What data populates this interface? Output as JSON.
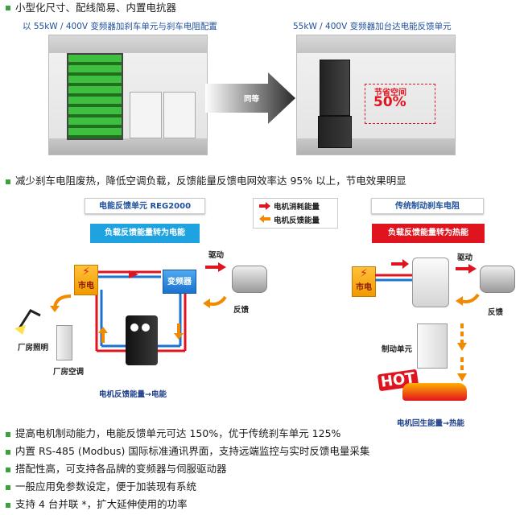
{
  "top": {
    "bullet1": "小型化尺寸、配线简易、内置电抗器",
    "caption_left": "以 55kW / 400V 变频器加刹车单元与刹车电阻配置",
    "caption_right": "55kW / 400V 变频器加台达电能反馈单元",
    "equal_label": "同等",
    "save_space_label": "节省空间",
    "save_space_value": "50%"
  },
  "middle": {
    "bullet2": "减少刹车电阻废热，降低空调负载，反馈能量反馈电网效率达 95% 以上，节电效果明显",
    "left_title": "电能反馈单元  REG2000",
    "left_banner": "负载反馈能量转为电能",
    "legend_red": "电机消耗能量",
    "legend_orange": "电机反馈能量",
    "right_title": "传统制动刹车电阻",
    "right_banner": "负载反馈能量转为热能",
    "mains": "市电",
    "inverter": "变频器",
    "drive": "驱动",
    "feedback": "反馈",
    "factory_light": "厂房照明",
    "factory_ac": "厂房空调",
    "left_footer": "电机反馈能量→电能",
    "mains_r": "市电",
    "drive_r": "驱动",
    "feedback_r": "反馈",
    "brake_unit": "制动单元",
    "hot": "HOT",
    "right_footer": "电机回生能量→热能"
  },
  "features": [
    "提高电机制动能力，电能反馈单元可达 150%，优于传统刹车单元 125%",
    "内置 RS-485 (Modbus) 国际标准通讯界面，支持远端监控与实时反馈电量采集",
    "搭配性高，可支持各品牌的变频器与伺服驱动器",
    "一般应用免参数设定，便于加装现有系统",
    "支持 4 台并联 *，扩大延伸使用的功率"
  ],
  "colors": {
    "bullet": "#3aa33a",
    "caption": "#1e4f9a",
    "red": "#e0141e",
    "orange": "#f08a00",
    "blue": "#1b72cf"
  }
}
